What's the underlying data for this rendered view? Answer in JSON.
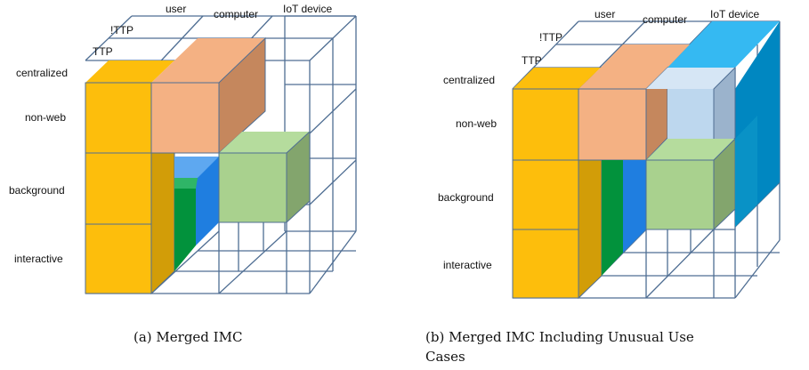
{
  "figure_a": {
    "axis_top": [
      "user",
      "computer",
      "IoT device"
    ],
    "axis_depth": [
      "!TTP",
      "TTP",
      "centralized"
    ],
    "axis_left": [
      "non-web",
      "background",
      "interactive"
    ],
    "caption_line1": "(a) Merged IMC",
    "caption_line2": ""
  },
  "figure_b": {
    "axis_top": [
      "user",
      "computer",
      "IoT device"
    ],
    "axis_depth": [
      "!TTP",
      "TTP",
      "centralized"
    ],
    "axis_left": [
      "non-web",
      "background",
      "interactive"
    ],
    "caption_line1": "(b) Merged IMC Including Unusual Use",
    "caption_line2": "Cases"
  },
  "colors": {
    "grid": "#4f6e93",
    "gold": "#fdbe0c",
    "gold_dark": "#d29d08",
    "salmon": "#f4b183",
    "salmon_dark": "#c5875d",
    "green": "#a9d18e",
    "green_dark": "#83a56d",
    "blue": "#1f7ee0",
    "dark_green": "#02923c",
    "light_blue": "#bdd7ee",
    "cyan": "#35b9f2",
    "teal_dark": "#0087c1"
  }
}
